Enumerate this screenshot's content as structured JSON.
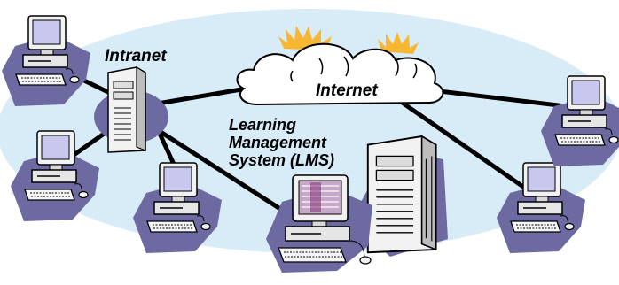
{
  "labels": {
    "intranet": "Intranet",
    "internet": "Internet",
    "lms_line1": "Learning",
    "lms_line2": "Management",
    "lms_line3": "System (LMS)"
  },
  "colors": {
    "ellipse": "#d8ecf8",
    "cloud": "#ffffff",
    "sun_glow": "#f7b733",
    "shadow": "#6d6aa1",
    "computer_body": "#f2f2f2",
    "screen": "#c8c8ee",
    "link": "#000000"
  },
  "icons": [
    "cloud-icon",
    "server-tower-icon",
    "desktop-computer-icon"
  ]
}
